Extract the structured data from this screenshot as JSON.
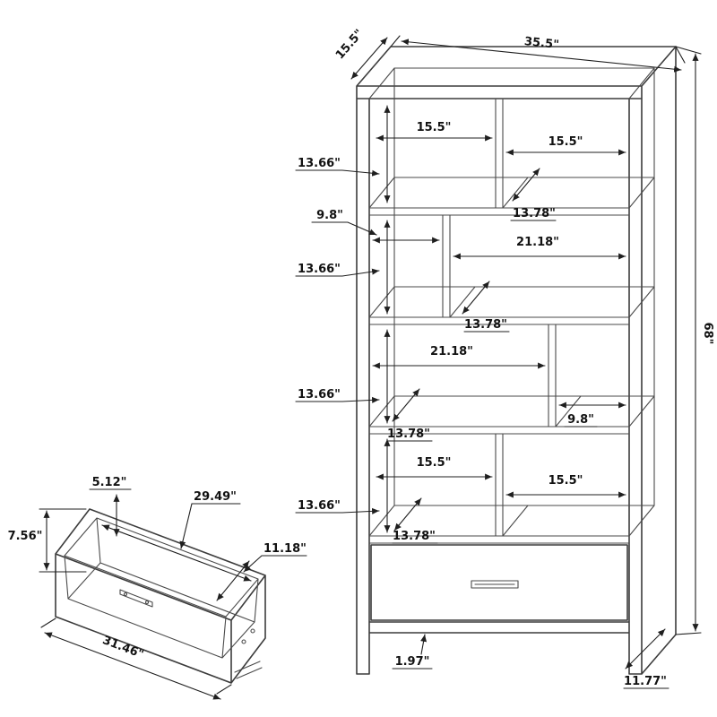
{
  "page": {
    "background": "#ffffff",
    "line_color": "#1f1f1f"
  },
  "bookcase": {
    "overall_width": "35.5\"",
    "overall_depth": "15.5\"",
    "overall_height": "68\"",
    "rows": [
      {
        "left_width": "15.5\"",
        "right_width": "15.5\"",
        "height": "13.66\"",
        "shelf_depth": "13.78\""
      },
      {
        "cubby_width": "9.8\"",
        "opening_width": "21.18\"",
        "height": "13.66\"",
        "shelf_depth": "13.78\""
      },
      {
        "opening_width": "21.18\"",
        "cubby_width": "9.8\"",
        "height": "13.66\"",
        "shelf_depth": "13.78\""
      },
      {
        "left_width": "15.5\"",
        "right_width": "15.5\"",
        "height": "13.66\"",
        "shelf_depth": "13.78\""
      }
    ],
    "base_height": "1.97\"",
    "leg_depth": "11.77\""
  },
  "drawer": {
    "front_height": "5.12\"",
    "interior_length": "29.49\"",
    "interior_width": "11.18\"",
    "overall_height": "7.56\"",
    "overall_width": "31.46\""
  }
}
